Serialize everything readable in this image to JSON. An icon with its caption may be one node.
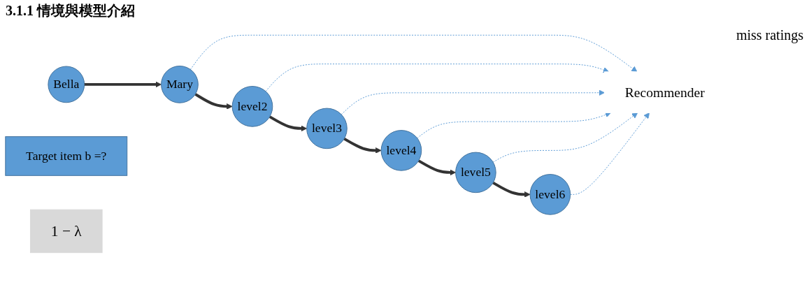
{
  "diagram": {
    "title": "3.1.1 情境與模型介紹",
    "nodes": [
      {
        "text": [
          "Bella"
        ]
      },
      {
        "text": [
          "Mary"
        ]
      },
      {
        "text": [
          "level2"
        ]
      },
      {
        "text": [
          "level3"
        ]
      },
      {
        "text": [
          "level4"
        ]
      },
      {
        "text": [
          "level5"
        ]
      },
      {
        "text": [
          "level6"
        ]
      },
      {
        "text": [
          "Recommender"
        ]
      },
      {
        "text": [
          "Target item b =?"
        ]
      },
      {
        "text": [
          "1 − λ"
        ]
      }
    ],
    "edges": [
      {
        "from": 0,
        "to": 1,
        "arrow": "to",
        "style": "thick"
      },
      {
        "from": 1,
        "to": 2,
        "arrow": "to",
        "style": "thick"
      },
      {
        "from": 2,
        "to": 3,
        "arrow": "to",
        "style": "thick"
      },
      {
        "from": 3,
        "to": 4,
        "arrow": "to",
        "style": "thick"
      },
      {
        "from": 4,
        "to": 5,
        "arrow": "to",
        "style": "thick"
      },
      {
        "from": 5,
        "to": 6,
        "arrow": "to",
        "style": "thick"
      },
      {
        "from": 1,
        "to": 7,
        "arrow": "to",
        "style": "dashed",
        "color": "#5b9bd5"
      },
      {
        "from": 2,
        "to": 7,
        "arrow": "to",
        "style": "dashed",
        "color": "#5b9bd5"
      },
      {
        "from": 3,
        "to": 7,
        "arrow": "to",
        "style": "dashed",
        "color": "#5b9bd5"
      },
      {
        "from": 4,
        "to": 7,
        "arrow": "to",
        "style": "dashed",
        "color": "#5b9bd5"
      },
      {
        "from": 5,
        "to": 7,
        "arrow": "to",
        "style": "dashed",
        "color": "#5b9bd5"
      },
      {
        "from": 6,
        "to": 7,
        "arrow": "to",
        "style": "dashed",
        "color": "#5b9bd5"
      }
    ],
    "labels": [
      "miss ratings"
    ]
  }
}
